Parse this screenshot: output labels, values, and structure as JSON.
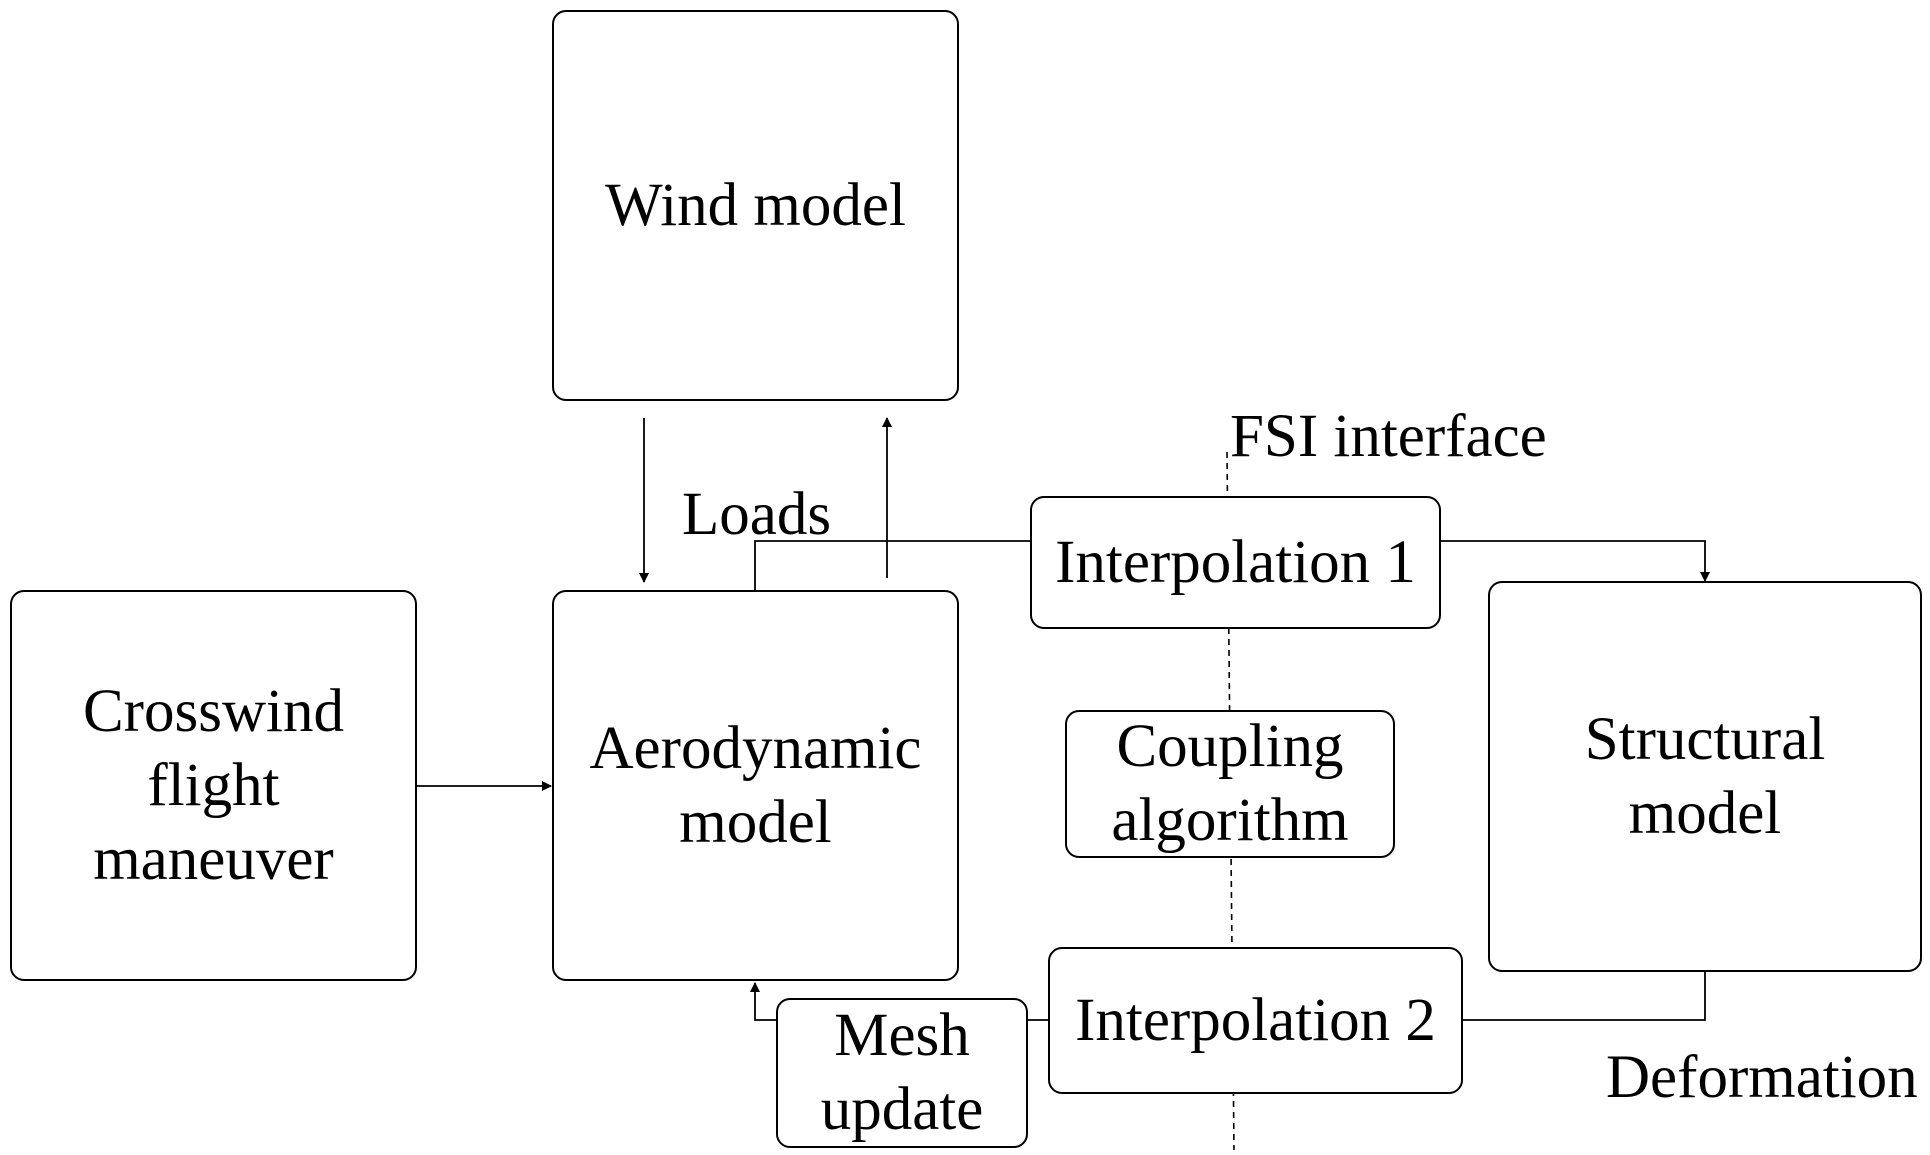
{
  "boxes": {
    "wind_model": "Wind model",
    "crosswind_flight_maneuver": "Crosswind\nflight\nmaneuver",
    "aerodynamic_model": "Aerodynamic\nmodel",
    "interpolation_1": "Interpolation 1",
    "coupling_algorithm": "Coupling\nalgorithm",
    "structural_model": "Structural\nmodel",
    "interpolation_2": "Interpolation 2",
    "mesh_update": "Mesh\nupdate"
  },
  "labels": {
    "fsi_interface": "FSI interface",
    "loads": "Loads",
    "deformation": "Deformation"
  },
  "colors": {
    "line": "#000000",
    "background": "#ffffff"
  }
}
